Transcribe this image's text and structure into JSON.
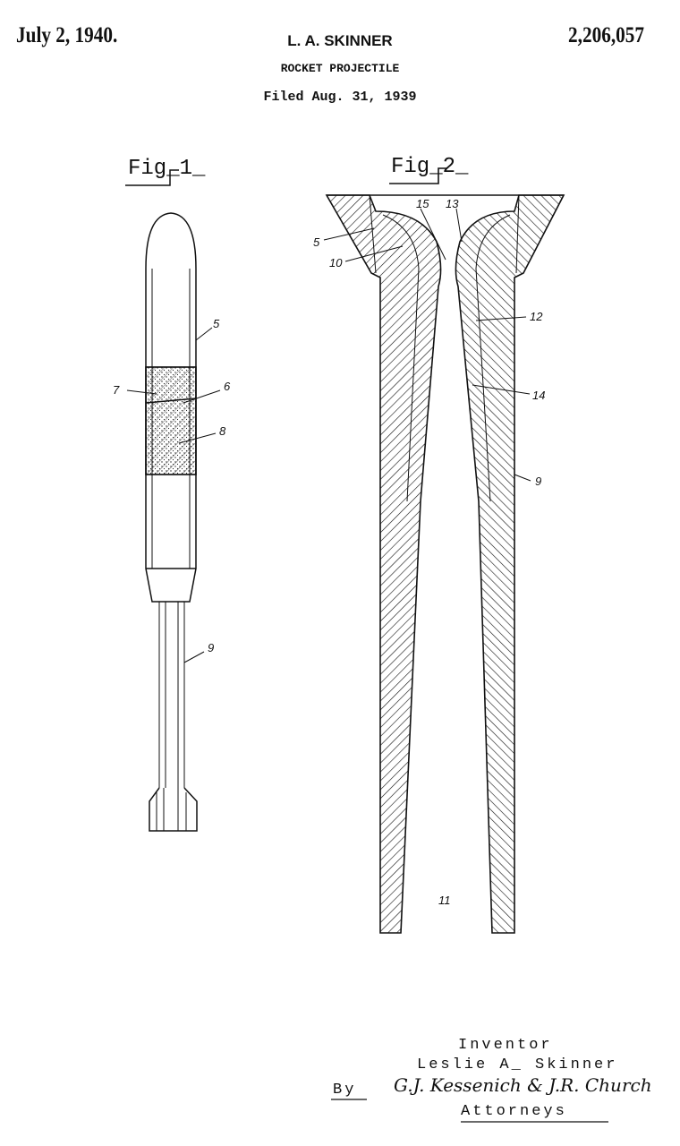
{
  "header": {
    "date": "July 2, 1940.",
    "inventor": "L. A. SKINNER",
    "patent_number": "2,206,057",
    "title": "ROCKET PROJECTILE",
    "filed": "Filed Aug. 31, 1939"
  },
  "figures": {
    "fig1": {
      "label": "Fig_1_",
      "refs": [
        "5",
        "7",
        "6",
        "8",
        "9"
      ]
    },
    "fig2": {
      "label": "Fig_2_",
      "refs": [
        "15",
        "13",
        "5",
        "10",
        "12",
        "14",
        "9",
        "11"
      ]
    }
  },
  "signature": {
    "inventor_label": "Inventor",
    "inventor_name": "Leslie A_ Skinner",
    "by": "By",
    "attorneys_signature": "G.J. Kessenich & J.R. Church",
    "attorneys_label": "Attorneys"
  }
}
